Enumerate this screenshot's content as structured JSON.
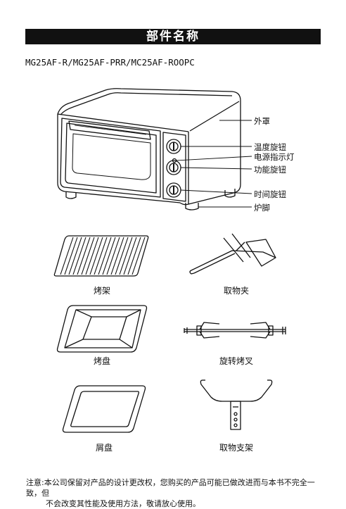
{
  "title": "部件名称",
  "model": "MG25AF-R/MG25AF-PRR/MC25AF-ROOPC",
  "oven_labels": {
    "outer_cover": "外罩",
    "temp_knob": "温度旋钮",
    "power_light": "电源指示灯",
    "function_knob": "功能旋钮",
    "timer_knob": "时间旋钮",
    "foot": "炉脚"
  },
  "accessories": {
    "rack": "烤架",
    "rack_clamp": "取物夹",
    "bake_pan": "烤盘",
    "rotisserie": "旋转烤叉",
    "crumb_tray": "屑盘",
    "rotisserie_holder": "取物支架"
  },
  "note": {
    "prefix": "注意:",
    "line1": "本公司保留对产品的设计更改权，您购买的产品可能已做改进而与本书不完全一致，但",
    "line2": "不会改变其性能及使用方法，敬请放心使用。"
  }
}
